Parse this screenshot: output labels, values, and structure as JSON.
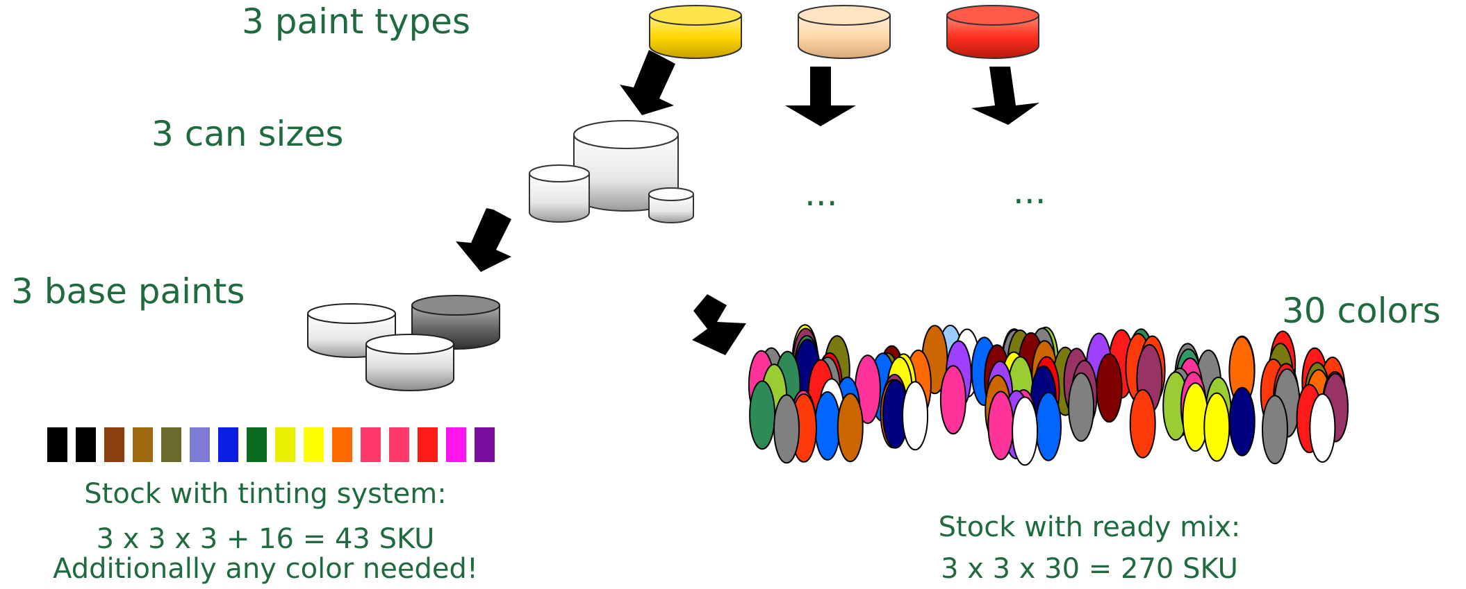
{
  "labels": {
    "paint_types": "3 paint types",
    "can_sizes": "3 can sizes",
    "base_paints": "3 base paints",
    "colors": "30 colors",
    "ellipsis_1": "...",
    "ellipsis_2": "..."
  },
  "tinting": {
    "line1": "Stock with tinting system:",
    "line2": "3 x 3 x 3 + 16 = 43 SKU",
    "line3": "Additionally any color needed!",
    "swatches": [
      "#000000",
      "#000000",
      "#8b3e0f",
      "#a06a10",
      "#6b6a2c",
      "#7c7cd8",
      "#0a1ee6",
      "#0a6a1e",
      "#e8f000",
      "#ffff00",
      "#ff6a00",
      "#ff3a6a",
      "#ff3a6a",
      "#ff1a1a",
      "#ff14f0",
      "#7a0ca0"
    ]
  },
  "ready_mix": {
    "line1": "Stock with ready mix:",
    "line2": "3 x 3 x 30 = 270 SKU"
  },
  "paint_type_colors": [
    "#ffd800",
    "#ffd8a8",
    "#ff3020"
  ],
  "text_color": "#1f6a3f",
  "ellipse_colors": [
    "#7a7a10",
    "#99ccff",
    "#000080",
    "#993366",
    "#ff3a0a",
    "#9acd32",
    "#ff6a00",
    "#808080",
    "#ff1a1a",
    "#2e8b57",
    "#ffff00",
    "#ff3399",
    "#cc6600",
    "#0066ff",
    "#a040ff",
    "#800000",
    "#ff0000",
    "#ffffff",
    "#339966",
    "#808080"
  ]
}
